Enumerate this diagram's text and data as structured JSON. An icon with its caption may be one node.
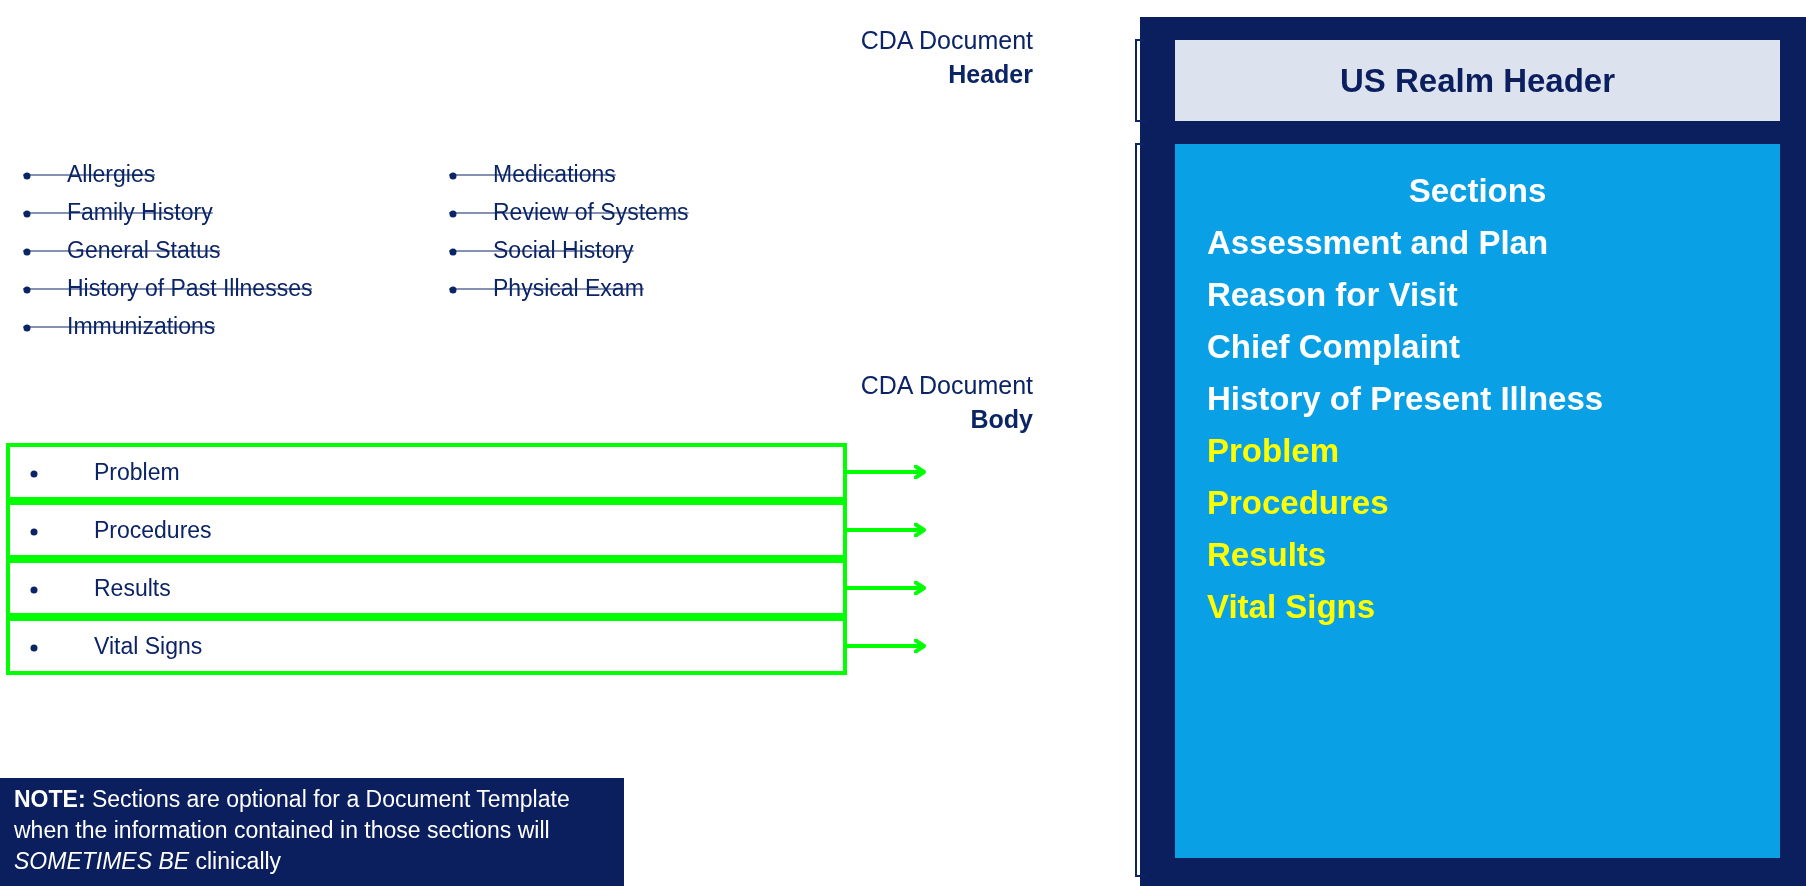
{
  "diagram": {
    "nodes": [
      {
        "text": [
          "US Realm Header"
        ]
      },
      {
        "text": [
          "Sections",
          "Assessment and Plan",
          "Reason for Visit",
          "Chief Complaint",
          "History of Present Illness",
          "Problem",
          "Procedures",
          "Results",
          "Vital Signs"
        ]
      },
      {
        "text": [
          "Problem"
        ]
      },
      {
        "text": [
          "Procedures"
        ]
      },
      {
        "text": [
          "Results"
        ]
      },
      {
        "text": [
          "Vital Signs"
        ]
      },
      {
        "text": [
          "**NOTE:** Sections are optional for a Document Template when the information contained in those sections will *SOMETIMES BE* clinically"
        ]
      }
    ],
    "edges": [
      {
        "from": 2,
        "to": null,
        "arrow": "to"
      },
      {
        "from": 3,
        "to": null,
        "arrow": "to"
      },
      {
        "from": 4,
        "to": null,
        "arrow": "to"
      },
      {
        "from": 5,
        "to": null,
        "arrow": "to"
      }
    ],
    "labels": [
      "CDA Document **Header**",
      "Allergies",
      "Family History",
      "General Status",
      "History of Past Illnesses",
      "Immunizations",
      "Medications",
      "Review of Systems",
      "Social History",
      "Physical Exam",
      "CDA Document **Body**"
    ]
  }
}
